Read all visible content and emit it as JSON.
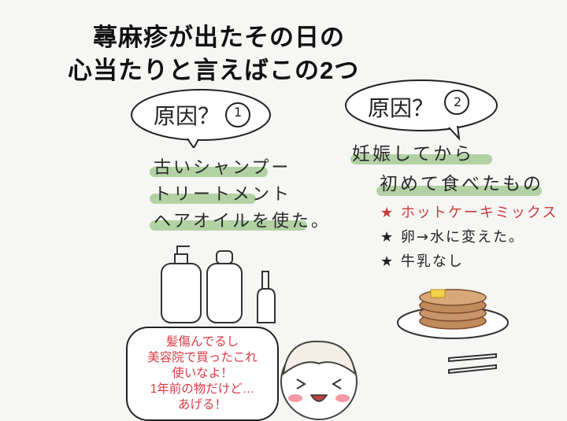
{
  "title": {
    "line1": "蕁麻疹が出たその日の",
    "line2": "心当たりと言えばこの2つ"
  },
  "cause1": {
    "label": "原因？",
    "number": "1",
    "lines": [
      "古いシャンプー",
      "トリートメント",
      "ヘアオイルを使た。"
    ]
  },
  "cause2": {
    "label": "原因？",
    "number": "2",
    "lines": [
      "妊娠してから",
      "初めて食べたもの"
    ],
    "items": [
      {
        "text": "ホットケーキミックス",
        "color": "#c83a3a"
      },
      {
        "text": "卵→水に変えた。",
        "color": "#222222"
      },
      {
        "text": "牛乳なし",
        "color": "#222222"
      }
    ]
  },
  "speech": {
    "lines": [
      "髪傷んでるし",
      "美容院で買ったこれ",
      "使いなよ！",
      "1年前の物だけど…",
      "あげる！"
    ],
    "color": "#d93a45"
  },
  "colors": {
    "highlight": "#9cc58a",
    "background": "#f6f6f4"
  }
}
